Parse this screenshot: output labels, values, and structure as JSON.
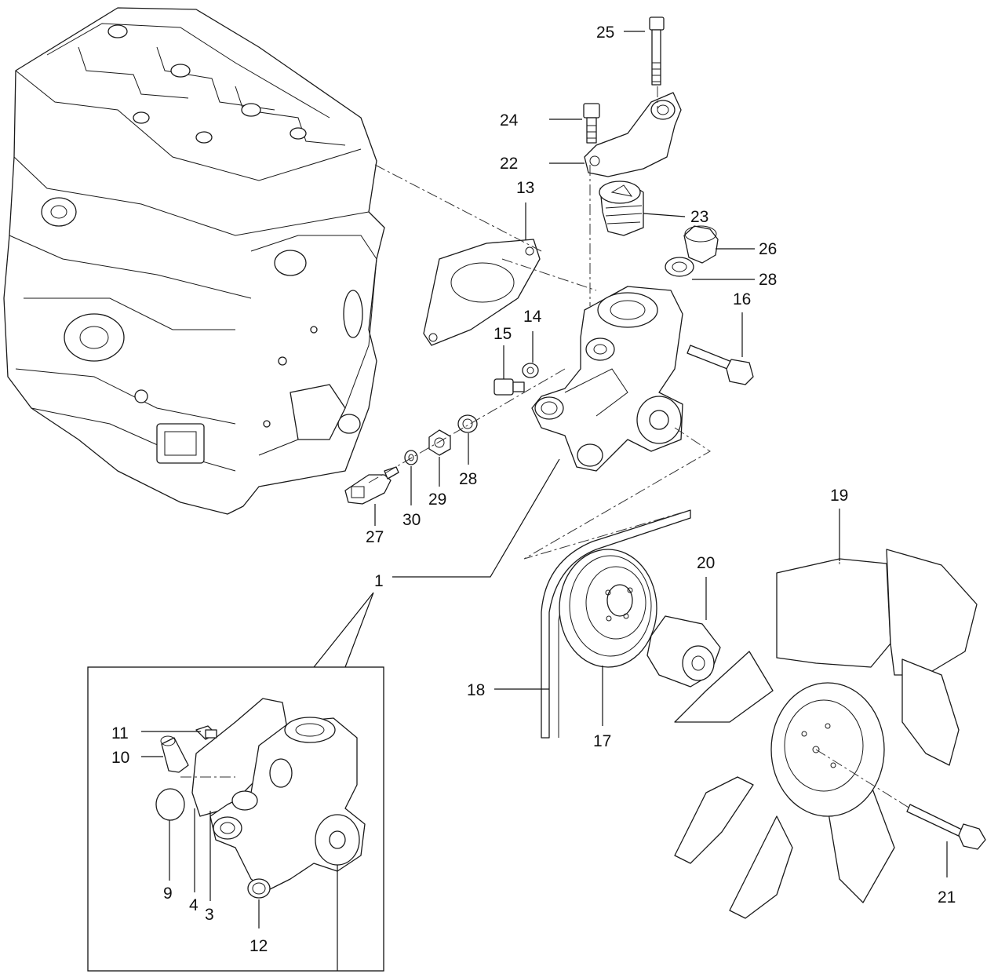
{
  "diagram": {
    "callouts": {
      "c1": "1",
      "c3": "3",
      "c4": "4",
      "c9": "9",
      "c10": "10",
      "c11": "11",
      "c12": "12",
      "c13": "13",
      "c14": "14",
      "c15": "15",
      "c16": "16",
      "c17": "17",
      "c18": "18",
      "c19": "19",
      "c20": "20",
      "c21": "21",
      "c22": "22",
      "c23": "23",
      "c24": "24",
      "c25": "25",
      "c26": "26",
      "c27": "27",
      "c28a": "28",
      "c28b": "28",
      "c29": "29",
      "c30": "30"
    }
  }
}
